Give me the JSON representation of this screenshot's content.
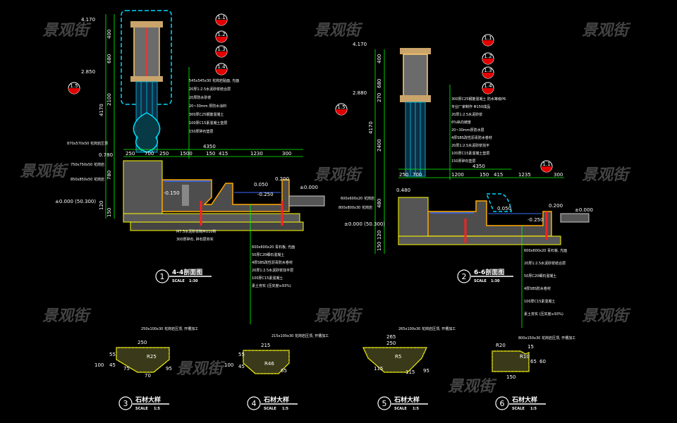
{
  "watermark": "景观街",
  "colors": {
    "background": "#000000",
    "dimension": "#00ff00",
    "outline": "#ffff00",
    "highlight": "#00d8ff",
    "water": "#3a6bff",
    "pipe": "#ff2020",
    "fill": "#7a7a7a"
  },
  "section1": {
    "number": "1",
    "title": "4-4剖面图",
    "scale_label": "SCALE",
    "scale": "1:30",
    "elevations": [
      "4.170",
      "2.850",
      "0.780",
      "±0.000 (50.300)",
      "-0.150",
      "0.050",
      "-0.250",
      "0.200",
      "±0.000"
    ],
    "dims_top": [
      "250",
      "700",
      "250",
      "1500",
      "150",
      "415",
      "1230",
      "300"
    ],
    "total": "4350",
    "vertical_dims": [
      "400",
      "680",
      "2100",
      "4170",
      "780",
      "120",
      "150"
    ],
    "side_labels": [
      "870x570x50 花岗岩压顶",
      "750x750x50 花岗岩",
      "850x850x50 花岗岩"
    ],
    "notes": [
      "545x545x30 花岗岩贴面, 光面",
      "20厚1:2.5水泥砂浆结合层",
      "20厚防水砂浆",
      "20~30mm 厚防水涂料",
      "300厚C25钢筋混凝土",
      "100厚C15素混凝土垫层",
      "150厚碎石垫层",
      "M7.5水泥砂浆砌MU10砖",
      "300厚碎石, 碎石层夯实",
      "600x600x20 青石板, 光面",
      "50厚C20细石混凝土",
      "4厚SBS改性沥青防水卷材",
      "20厚1:2.5水泥砂浆找平层",
      "100厚C15素混凝土",
      "素土夯实 (压实度≥93%)"
    ]
  },
  "section2": {
    "number": "2",
    "title": "6-6剖面图",
    "scale_label": "SCALE",
    "scale": "1:30",
    "elevations": [
      "4.170",
      "2.880",
      "0.480",
      "±0.000 (50.300)",
      "0.050",
      "-0.250",
      "0.200",
      "±0.000"
    ],
    "dims_top": [
      "250",
      "700",
      "1200",
      "150",
      "415",
      "1235",
      "300"
    ],
    "total": "4350",
    "vertical_dims": [
      "400",
      "680",
      "270",
      "2400",
      "4170",
      "480",
      "120",
      "150"
    ],
    "side_labels": [
      "600x600x20 花岗岩",
      "800x800x30 花岗岩"
    ],
    "notes": [
      "300厚C25钢筋混凝土 防水等级P6",
      "专业厂家制作 Φ150成品",
      "20厚1:2.5水泥砂浆",
      "6%纵向坡度",
      "20~30mm厚防水层",
      "4厚SBS改性沥青防水卷材",
      "20厚1:2.5水泥砂浆找平",
      "100厚C15素混凝土垫层",
      "150厚碎石垫层",
      "600x600x20 青石板, 光面",
      "20厚1:2.5水泥砂浆结合层",
      "50厚C20细石混凝土",
      "4厚SBS防水卷材",
      "100厚C15素混凝土",
      "素土夯实 (压实度≥93%)"
    ]
  },
  "callouts": [
    "1.1",
    "1.2",
    "1.3",
    "1.4",
    "1.5"
  ],
  "details": [
    {
      "number": "3",
      "title": "石材大样",
      "scale_label": "SCALE",
      "scale": "1:5",
      "spec": "250x100x30 花岗岩压顶, 开槽加工",
      "dims": [
        "250",
        "100",
        "55",
        "45",
        "75",
        "70",
        "95",
        "R25"
      ]
    },
    {
      "number": "4",
      "title": "石材大样",
      "scale_label": "SCALE",
      "scale": "1:5",
      "spec": "215x100x30 花岗岩压顶, 开槽加工",
      "dims": [
        "215",
        "100",
        "55",
        "45",
        "R46",
        "65"
      ]
    },
    {
      "number": "5",
      "title": "石材大样",
      "scale_label": "SCALE",
      "scale": "1:5",
      "spec": "265x100x30 花岗岩压顶, 开槽加工",
      "dims": [
        "265",
        "250",
        "115",
        "115",
        "95",
        "R5"
      ]
    },
    {
      "number": "6",
      "title": "石材大样",
      "scale_label": "SCALE",
      "scale": "1:5",
      "spec": "800x150x30 花岗岩压顶, 开槽加工",
      "dims": [
        "150",
        "60",
        "65",
        "15",
        "R20",
        "R10"
      ]
    }
  ]
}
